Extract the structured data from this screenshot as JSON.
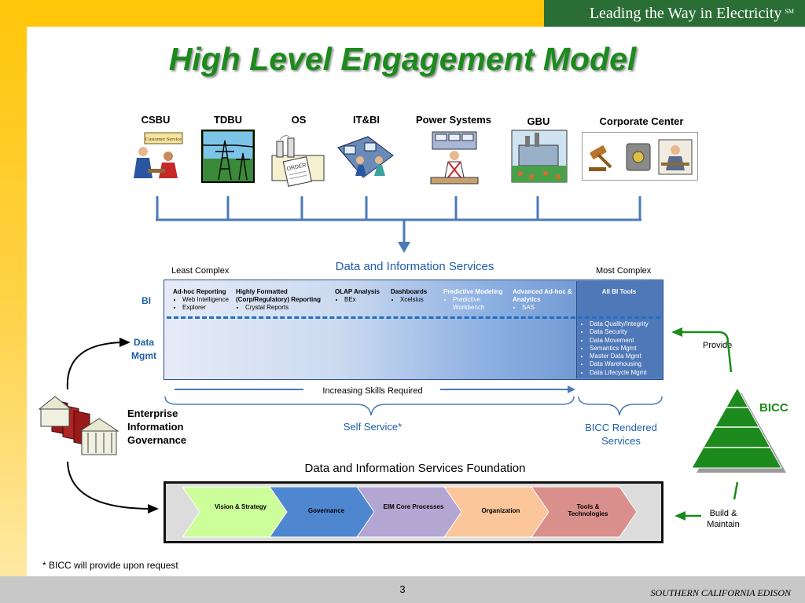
{
  "header": {
    "tagline": "Leading the Way in Electricity",
    "tagline_mark": "SM"
  },
  "title": "High Level Engagement Model",
  "business_units": [
    {
      "label": "CSBU",
      "sign_text": "Customer Service"
    },
    {
      "label": "TDBU"
    },
    {
      "label": "OS",
      "sign_text": "ORDER"
    },
    {
      "label": "IT&BI"
    },
    {
      "label": "Power Systems"
    },
    {
      "label": "GBU"
    },
    {
      "label": "Corporate Center"
    }
  ],
  "services": {
    "heading": "Data and Information Services",
    "least": "Least Complex",
    "most": "Most Complex",
    "bi_label": "BI",
    "dm_label": "Data Mgmt",
    "tools": [
      {
        "title": "Ad-hoc Reporting",
        "items": [
          "Web Intelligence",
          "Explorer"
        ]
      },
      {
        "title": "Highly Formatted (Corp/Regulatory) Reporting",
        "items": [
          "Crystal Reports"
        ]
      },
      {
        "title": "OLAP Analysis",
        "items": [
          "BEx"
        ]
      },
      {
        "title": "Dashboards",
        "items": [
          "Xcelsius"
        ]
      },
      {
        "title": "Predictive Modeling",
        "items": [
          "Predictive Workbench"
        ]
      },
      {
        "title": "Advanced Ad-hoc & Analytics",
        "items": [
          "SAS"
        ]
      }
    ],
    "all_bi_tools": "All BI Tools",
    "dm_items": [
      "Data Quality/Integrity",
      "Data Security",
      "Data Movement",
      "Semantics Mgmt",
      "Master Data Mgmt",
      "Data Warehousing",
      "Data Lifecycle Mgmt"
    ],
    "skills": "Increasing Skills  Required",
    "self_service": "Self Service*",
    "bicc_rendered": "BICC Rendered Services"
  },
  "governance": {
    "label": "Enterprise Information Governance"
  },
  "bicc": {
    "label": "BICC",
    "provide": "Provide",
    "build": "Build & Maintain"
  },
  "foundation": {
    "heading": "Data and Information Services Foundation",
    "steps": [
      {
        "label": "Vision & Strategy",
        "color": "#ccff99"
      },
      {
        "label": "Governance",
        "color": "#4f86d0"
      },
      {
        "label": "EIM Core Processes",
        "color": "#b4a6d2"
      },
      {
        "label": "Organization",
        "color": "#fbc79a"
      },
      {
        "label": "Tools & Technologies",
        "color": "#d9908c"
      }
    ]
  },
  "footnote": "* BICC will provide upon request",
  "footer": {
    "page": "3",
    "company": "SOUTHERN CALIFORNIA EDISON"
  },
  "colors": {
    "title": "#1c8a1c",
    "brand_green": "#2a6e36",
    "brand_yellow": "#ffc60a",
    "service_blue": "#1f5fa8"
  },
  "icons": [
    "customer-service-clipart",
    "transmission-tower-clipart",
    "factory-order-clipart",
    "it-workers-clipart",
    "control-room-clipart",
    "power-plant-clipart",
    "gavel-icon",
    "safe-icon",
    "office-worker-clipart",
    "books-icon",
    "building-icon",
    "pyramid-icon"
  ]
}
